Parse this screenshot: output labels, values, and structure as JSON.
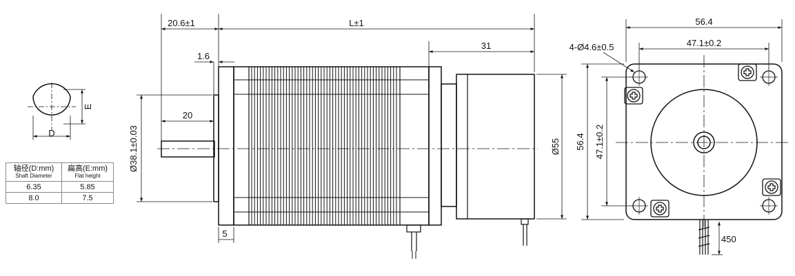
{
  "dimensions": {
    "d_20_6": "20.6±1",
    "length_l": "L±1",
    "d_31": "31",
    "d_1_6": "1.6",
    "d_20": "20",
    "d_5": "5",
    "pilot_dia": "Ø38.1±0.03",
    "body_dia": "Ø55",
    "flange_width": "56.4",
    "flange_height": "56.4",
    "hole_spacing_h": "47.1±0.2",
    "hole_spacing_v": "47.1±0.2",
    "mount_holes": "4-Ø4.6±0.5",
    "lead_length": "450",
    "label_d": "D",
    "label_e": "E"
  },
  "shaft_table": {
    "headers": [
      {
        "title": "轴径(D:mm)",
        "subtitle": "Shaft Diameter"
      },
      {
        "title": "扁高(E:mm)",
        "subtitle": "Flat height"
      }
    ],
    "rows": [
      [
        "6.35",
        "5.85"
      ],
      [
        "8.0",
        "7.5"
      ]
    ]
  }
}
